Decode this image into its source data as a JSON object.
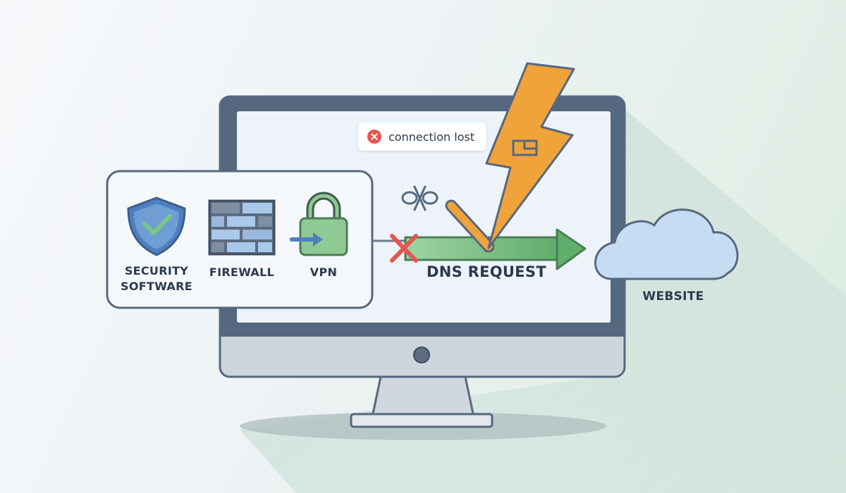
{
  "notification": {
    "text": "connection lost",
    "icon": "error-x-icon",
    "color": "#e4574f"
  },
  "security_stack": {
    "items": [
      {
        "label": [
          "SECURITY",
          "SOFTWARE"
        ],
        "icon": "shield-check-icon"
      },
      {
        "label": [
          "FIREWALL"
        ],
        "icon": "firewall-icon"
      },
      {
        "label": [
          "VPN"
        ],
        "icon": "padlock-arrow-icon"
      }
    ]
  },
  "request": {
    "label": "DNS REQUEST",
    "blocked_icon": "blocked-x-icon",
    "broken_link_icon": "broken-link-icon",
    "arrow_color": "#5fae6b",
    "blocked_color": "#e4574f"
  },
  "destination": {
    "label": "WEBSITE",
    "icon": "cloud-icon"
  },
  "disruption": {
    "icon": "lightning-bolt-icon",
    "color": "#f0a23b"
  },
  "device": {
    "icon": "monitor-icon",
    "bezel_color": "#56687f",
    "screen_color": "#eef3f9"
  }
}
